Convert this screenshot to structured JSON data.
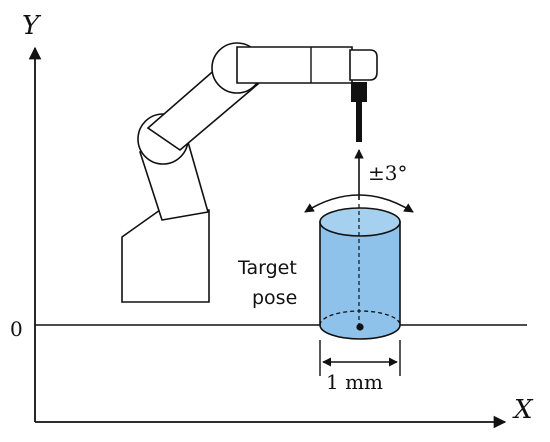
{
  "axes": {
    "y_label": "Y",
    "x_label": "X",
    "origin_label": "0"
  },
  "annotations": {
    "rotation_tolerance": "±3°",
    "target_line1": "Target",
    "target_line2": "pose",
    "diameter": "1 mm"
  },
  "colors": {
    "cylinder_fill": "#8fc2ea",
    "cylinder_top": "#a5d0f0",
    "ink": "#111111"
  }
}
